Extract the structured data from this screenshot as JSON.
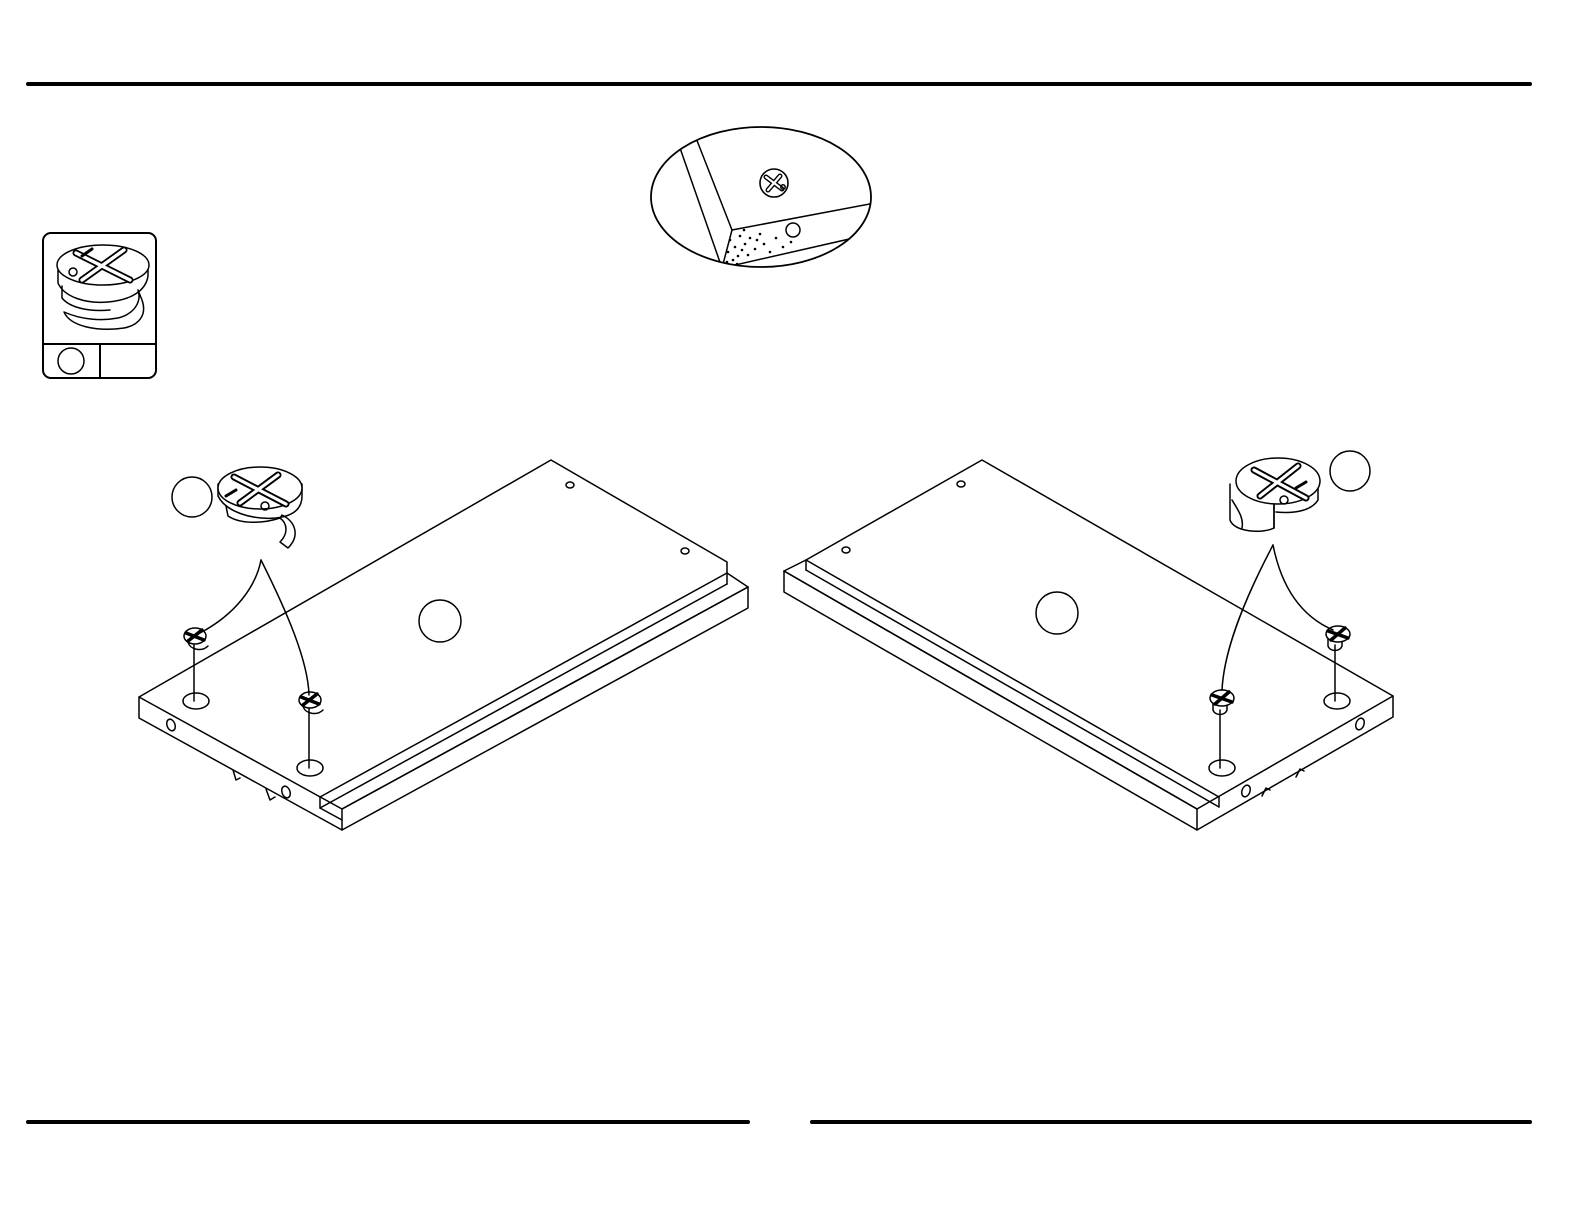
{
  "page": {
    "rules": {
      "top": true,
      "bottom_left": true,
      "bottom_right": true
    }
  },
  "hardware_legend": {
    "part": "cam-lock",
    "letter": "",
    "quantity": ""
  },
  "detail_callout": {
    "shows": "cam-lock-seated-in-panel"
  },
  "panels": [
    {
      "side": "left",
      "panel_label": "",
      "part_label": "",
      "part": "cam-lock-with-hook"
    },
    {
      "side": "right",
      "panel_label": "",
      "part_label": "",
      "part": "cam-lock-cylinder"
    }
  ],
  "colors": {
    "line": "#000000",
    "fill": "#ffffff",
    "shade": "#333333"
  }
}
